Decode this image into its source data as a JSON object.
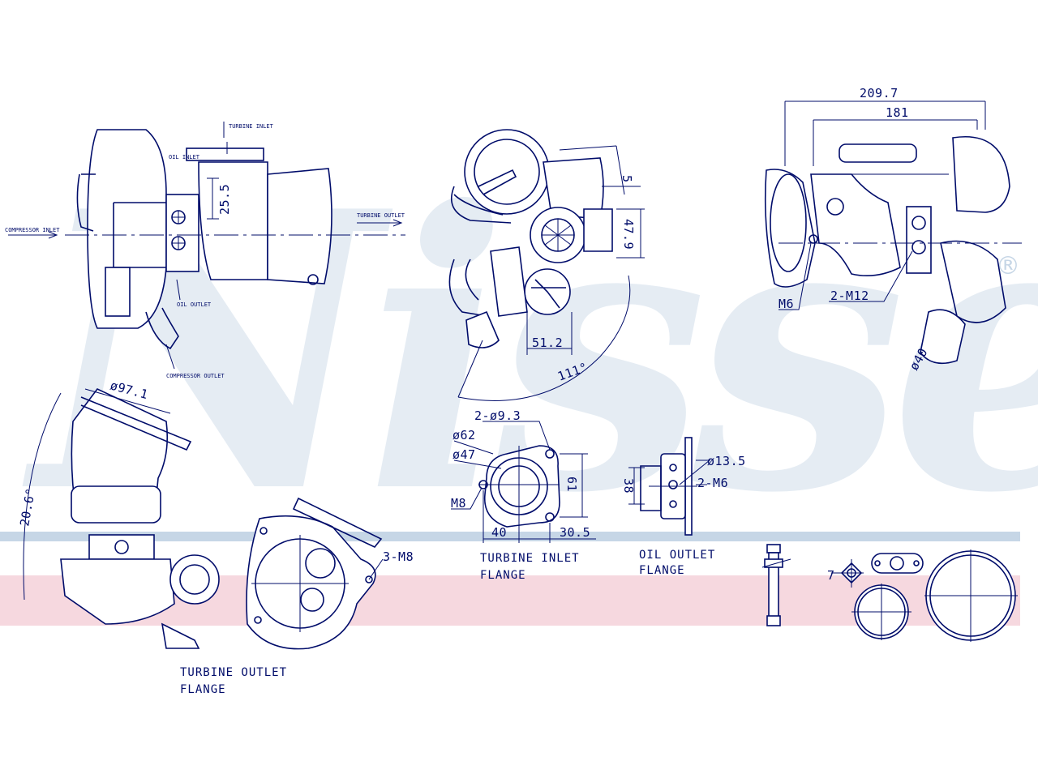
{
  "colors": {
    "line": "#000c6a",
    "watermark": "#c6d6e6",
    "pink_band": "#f2c8d2",
    "blue_band": "#c6d6e6"
  },
  "watermark": {
    "text": "Nissens",
    "registered_mark": "®"
  },
  "view_left": {
    "dim_flange_height": "25.5",
    "small_labels": [
      "TURBINE INLET",
      "COMPRESSOR INLET",
      "TURBINE OUTLET",
      "COMPRESSOR OUTLET",
      "OIL INLET",
      "OIL OUTLET"
    ]
  },
  "view_center": {
    "dim_top": "5",
    "dim_right": "47.9",
    "dim_bottom": "51.2",
    "dim_angle": "111°"
  },
  "view_right": {
    "dim_overall": "209.7",
    "dim_inner": "181",
    "label_m6": "M6",
    "label_2m12": "2-M12",
    "label_dia40": "ø40"
  },
  "turbine_outlet": {
    "dim_angle": "20.6°",
    "dim_dia": "ø97.1",
    "label_thread": "3-M8",
    "caption_line1": "TURBINE OUTLET",
    "caption_line2": "FLANGE"
  },
  "turbine_inlet": {
    "holes": "2-ø9.3",
    "dia_outer": "ø62",
    "dia_inner": "ø47",
    "thread": "M8",
    "dim_height": "61",
    "dim_left": "40",
    "dim_right": "30.5",
    "caption_line1": "TURBINE INLET",
    "caption_line2": "FLANGE"
  },
  "oil_outlet": {
    "dia": "ø13.5",
    "thread": "2-M6",
    "dim_height": "38",
    "caption_line1": "OIL OUTLET",
    "caption_line2": "FLANGE"
  },
  "small_parts": {
    "label_7": "7"
  }
}
